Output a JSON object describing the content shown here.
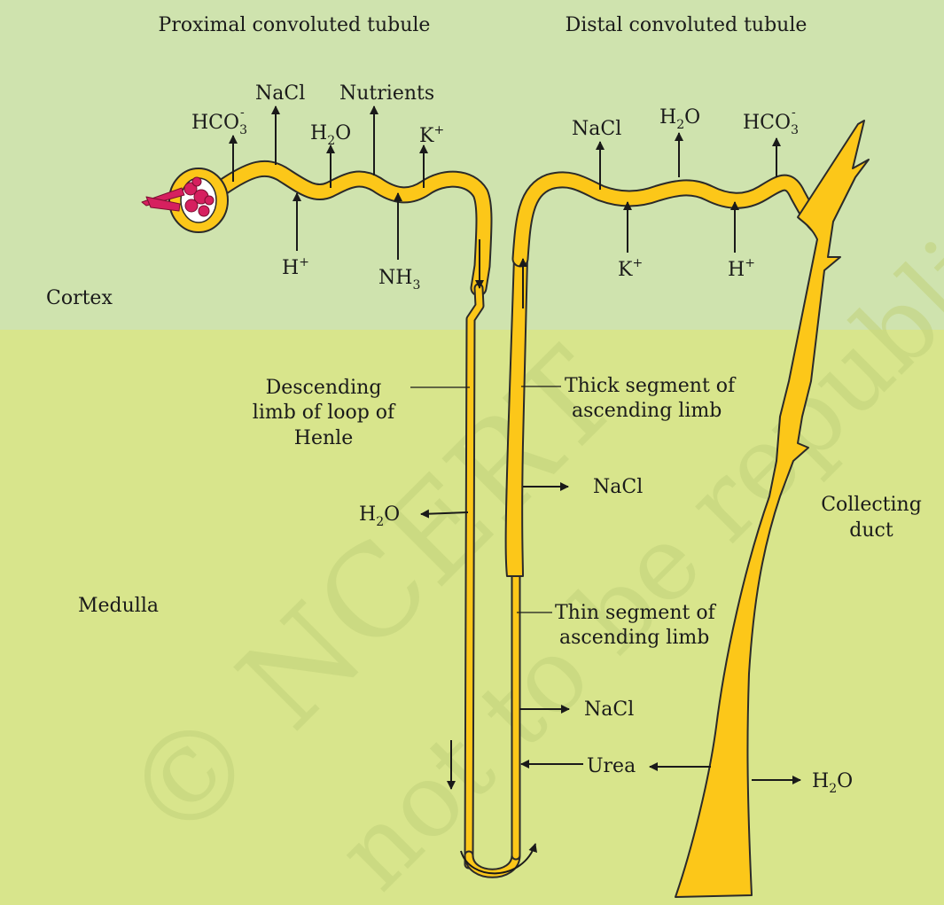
{
  "colors": {
    "cortex_bg": "#cfe3ae",
    "medulla_bg": "#d8e58c",
    "tubule_fill": "#fcc719",
    "tubule_outline": "#2a2a2a",
    "glomerulus": "#d6205f",
    "ink": "#1a1a1a",
    "watermark": "#c2d27a"
  },
  "regions": {
    "cortex": "Cortex",
    "medulla": "Medulla"
  },
  "headings": {
    "proximal": "Proximal convoluted tubule",
    "distal": "Distal convoluted tubule"
  },
  "pct_labels": {
    "hco3": {
      "base": "HCO",
      "sub": "3",
      "sup": "-"
    },
    "nacl": "NaCl",
    "h2o": {
      "base": "H",
      "sub": "2",
      "rest": "O"
    },
    "nutrients": "Nutrients",
    "k": {
      "base": "K",
      "sup": "+"
    },
    "h": {
      "base": "H",
      "sup": "+"
    },
    "nh3": {
      "base": "NH",
      "sub": "3"
    }
  },
  "dct_labels": {
    "nacl": "NaCl",
    "h2o": {
      "base": "H",
      "sub": "2",
      "rest": "O"
    },
    "hco3": {
      "base": "HCO",
      "sub": "3",
      "sup": "-"
    },
    "k": {
      "base": "K",
      "sup": "+"
    },
    "h": {
      "base": "H",
      "sup": "+"
    }
  },
  "loop_labels": {
    "descending": [
      "Descending",
      "limb of loop of",
      "Henle"
    ],
    "thick_ascending": [
      "Thick segment of",
      "ascending limb"
    ],
    "thin_ascending": [
      "Thin segment of",
      "ascending limb"
    ],
    "nacl_thick": "NaCl",
    "nacl_thin": "NaCl",
    "h2o_descending": {
      "base": "H",
      "sub": "2",
      "rest": "O"
    },
    "urea": "Urea"
  },
  "duct_labels": {
    "collecting": [
      "Collecting",
      "duct"
    ],
    "h2o": {
      "base": "H",
      "sub": "2",
      "rest": "O"
    }
  },
  "watermark": {
    "line1": "© NCERT",
    "line2": "not to be republished"
  }
}
